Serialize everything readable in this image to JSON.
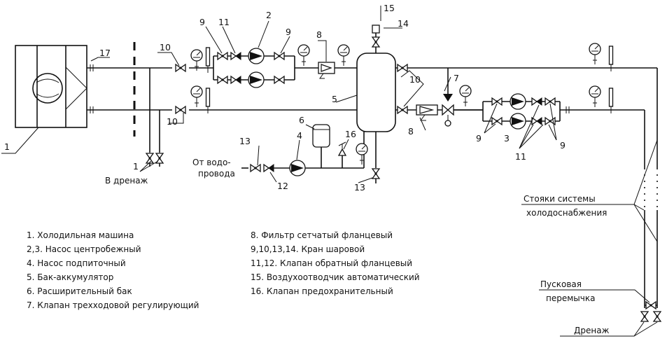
{
  "labels": {
    "inlet_line1": "От водо-",
    "inlet_line2": "провода",
    "drain_left": "В  дренаж",
    "risers_line1": "Стояки системы",
    "risers_line2": "холодоснабжения",
    "jumper_line1": "Пусковая",
    "jumper_line2": "перемычка",
    "drain_right": "Дренаж"
  },
  "callouts": {
    "n1_machine": "1",
    "n1_valves": "1",
    "n2": "2",
    "n3": "3",
    "n4": "4",
    "n5": "5",
    "n6": "6",
    "n7": "7",
    "n8_top": "8",
    "n8_bottom": "8",
    "n9_top_left": "9",
    "n9_top_right": "9",
    "n9_right_left": "9",
    "n9_right_right": "9",
    "n10_top": "10",
    "n10_bottom": "10",
    "n10_right": "10",
    "n11_top": "11",
    "n11_right": "11",
    "n12": "12",
    "n13_left": "13",
    "n13_right": "13",
    "n14": "14",
    "n15": "15",
    "n16": "16",
    "n17": "17"
  },
  "legend_left": [
    "1. Холодильная машина",
    "2,3. Насос центробежный",
    "4. Насос подпиточный",
    "5. Бак-аккумулятор",
    "6. Расширительный бак",
    "7. Клапан трехходовой регулирующий"
  ],
  "legend_right": [
    "8. Фильтр сетчатый фланцевый",
    "9,10,13,14. Кран шаровой",
    "11,12. Клапан обратный фланцевый",
    "15. Воздухоотводчик автоматический",
    "16. Клапан предохранительный"
  ]
}
